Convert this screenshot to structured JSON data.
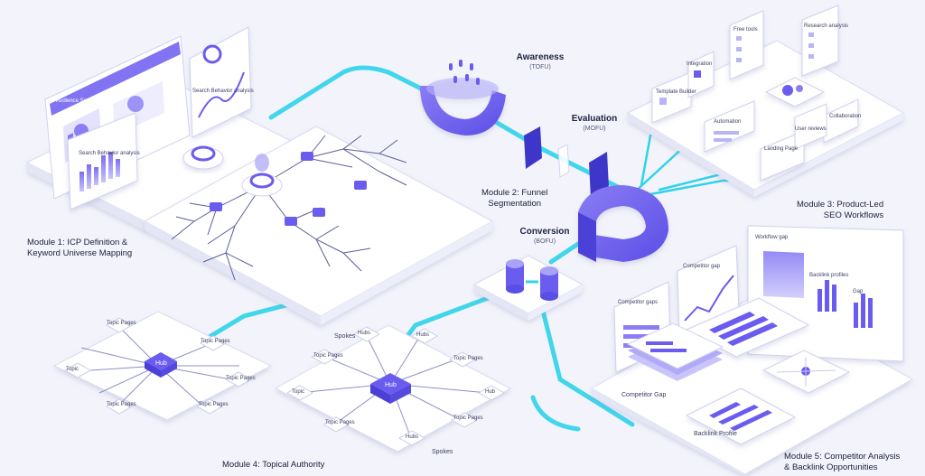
{
  "modules": {
    "m1_line1": "Module 1: ICP Definition &",
    "m1_line2": "Keyword Universe Mapping",
    "m2_line1": "Module 2: Funnel",
    "m2_line2": "Segmentation",
    "m3_line1": "Module 3: Product-Led",
    "m3_line2": "SEO Workflows",
    "m4": "Module 4: Topical Authority",
    "m5_line1": "Module 5: Competitor Analysis",
    "m5_line2": "& Backlink Opportunities"
  },
  "funnel": {
    "awareness": "Awareness",
    "awareness_sub": "(TOFU)",
    "evaluation": "Evaluation",
    "evaluation_sub": "(MOFU)",
    "conversion": "Conversion",
    "conversion_sub": "(BOFU)"
  },
  "m1_panels": {
    "audience": "Audience Segmentation",
    "search_behavior_1": "Search Behavior analysis",
    "search_behavior_2": "Search Behavior analysis"
  },
  "m3_cards": {
    "template_builder": "Template Builder",
    "integration": "Integration",
    "free_tools": "Free tools",
    "research_analysis": "Research analysis",
    "automation": "Automation",
    "landing_page": "Landing Page",
    "user_reviews": "User reviews",
    "collaboration": "Collaboration"
  },
  "m4": {
    "hub": "Hub",
    "hubs": "Hubs",
    "spokes": "Spokes",
    "topic": "Topic",
    "topic_pages": "Topic Pages"
  },
  "m5": {
    "workflow_gap": "Workflow gap",
    "competitor_gap": "Competitor gap",
    "competitor_gaps": "Competitor gaps",
    "backlink_profiles": "Backlink profiles",
    "gap": "Gap",
    "competitor_gap_platform": "Competitor Gap",
    "backlink_profile_platform": "Backlink Profile"
  },
  "colors": {
    "bg": "#f3f4fb",
    "cyan": "#2fd3ea",
    "violet": "#6b5cf0",
    "violet_light": "#a9a3f7",
    "platform": "#ffffff",
    "platform_edge": "#d9dcf0"
  }
}
